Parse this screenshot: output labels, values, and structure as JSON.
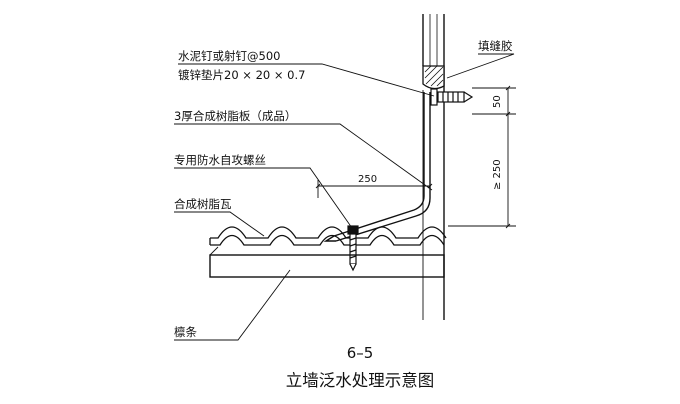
{
  "labels": {
    "nail": "水泥钉或射钉@500",
    "washer": "镀锌垫片20 × 20 × 0.7",
    "sealant": "填缝胶",
    "flashing": "3厚合成树脂板（成品）",
    "screw": "专用防水自攻螺丝",
    "tile": "合成树脂瓦",
    "purlin": "檩条"
  },
  "dimensions": {
    "top": "50",
    "height": "≥ 250",
    "horizontal": "250"
  },
  "figure": {
    "number": "6–5",
    "caption": "立墙泛水处理示意图"
  },
  "colors": {
    "ink": "#111111",
    "background": "#ffffff"
  }
}
